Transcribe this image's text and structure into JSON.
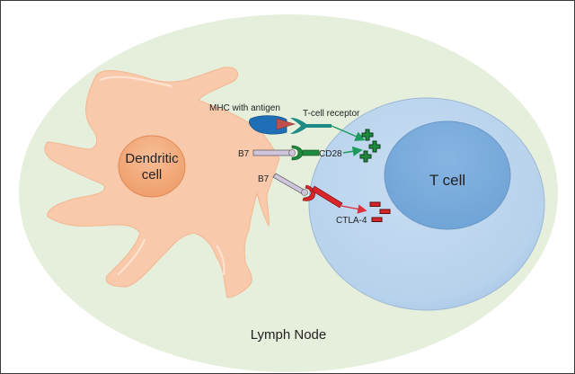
{
  "figure": {
    "title": "Dendritic cell and T cell interaction in the lymph node",
    "regions": {
      "lymph_node": {
        "label": "Lymph Node",
        "color": "#e6eedc"
      },
      "dendritic_cell": {
        "label_line1": "Dendritic",
        "label_line2": "cell",
        "body_color": "#f9c9ab",
        "nucleus_color": "#f2a676"
      },
      "t_cell": {
        "label": "T cell",
        "cytoplasm_color": "#bdd6ee",
        "nucleus_color": "#7eaedd"
      }
    },
    "molecules": {
      "mhc": {
        "label": "MHC with antigen",
        "color": "#1e6fb5",
        "antigen_color": "#c0504d"
      },
      "tcr": {
        "label": "T-cell receptor",
        "color": "#1e8a86"
      },
      "b7_upper": {
        "label": "B7",
        "color": "#cfc6dd"
      },
      "b7_lower": {
        "label": "B7",
        "color": "#cfc6dd"
      },
      "cd28": {
        "label": "CD28",
        "color": "#1e8a3e"
      },
      "ctla4": {
        "label": "CTLA-4",
        "color": "#d9252a"
      }
    },
    "signals": {
      "positive": {
        "symbol": "+",
        "count": 3,
        "color": "#1e8a3e"
      },
      "negative": {
        "symbol": "−",
        "count": 3,
        "color": "#d9252a"
      }
    }
  }
}
